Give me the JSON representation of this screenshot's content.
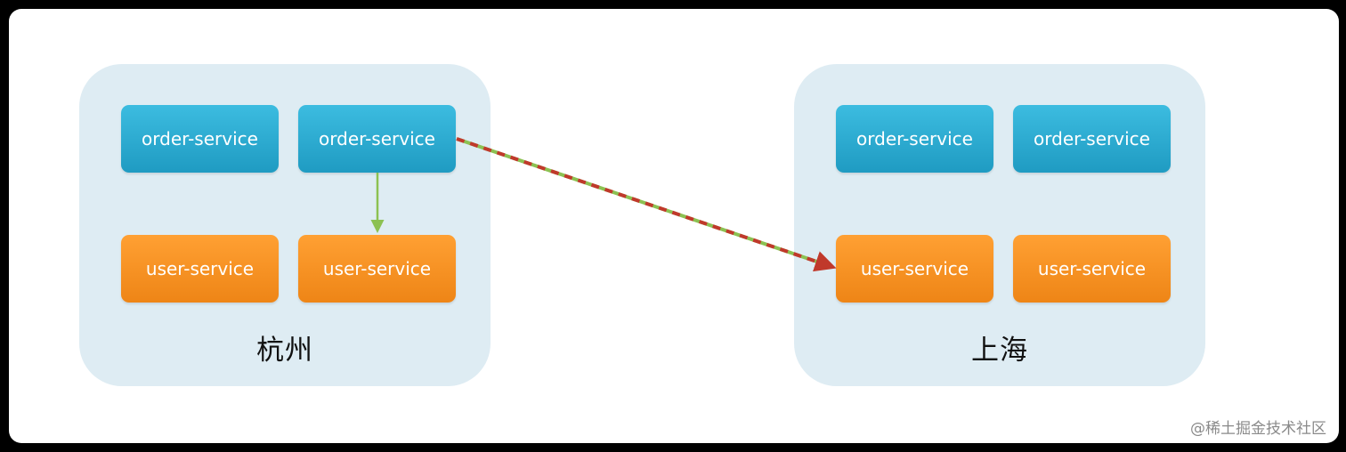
{
  "regions": {
    "left": {
      "label": "杭州",
      "services": [
        {
          "label": "order-service"
        },
        {
          "label": "order-service"
        },
        {
          "label": "user-service"
        },
        {
          "label": "user-service"
        }
      ]
    },
    "right": {
      "label": "上海",
      "services": [
        {
          "label": "order-service"
        },
        {
          "label": "order-service"
        },
        {
          "label": "user-service"
        },
        {
          "label": "user-service"
        }
      ]
    }
  },
  "connections": [
    {
      "from": "hangzhou-order-service-2",
      "to": "hangzhou-user-service-2",
      "style": "solid",
      "color": "#8cc152"
    },
    {
      "from": "hangzhou-order-service-2",
      "to": "shanghai-user-service-1",
      "style": "dashed",
      "colors": [
        "#c0392b",
        "#8cc152"
      ]
    }
  ],
  "colors": {
    "order_service": "#2aaad4",
    "user_service": "#f89024",
    "region_bg": "#deecf3",
    "arrow_green": "#8cc152",
    "arrow_red": "#c0392b"
  },
  "watermark": "@稀土掘金技术社区"
}
